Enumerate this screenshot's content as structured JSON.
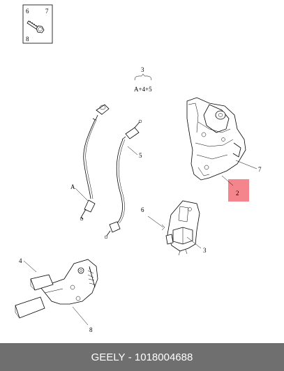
{
  "diagram": {
    "callouts": {
      "inset_6": "6",
      "inset_7": "7",
      "inset_8": "8",
      "assembly_3": "3",
      "assembly_formula": "A+4+5",
      "cable_5": "5",
      "cable_a": "A",
      "latch_7": "7",
      "highlight_2": "2",
      "bracket_6": "6",
      "bracket_3": "3",
      "lever_4": "4",
      "lever_8": "8"
    },
    "highlight_color": "#f4858c"
  },
  "footer": {
    "brand": "GEELY",
    "separator": " - ",
    "part_number": "1018004688"
  }
}
